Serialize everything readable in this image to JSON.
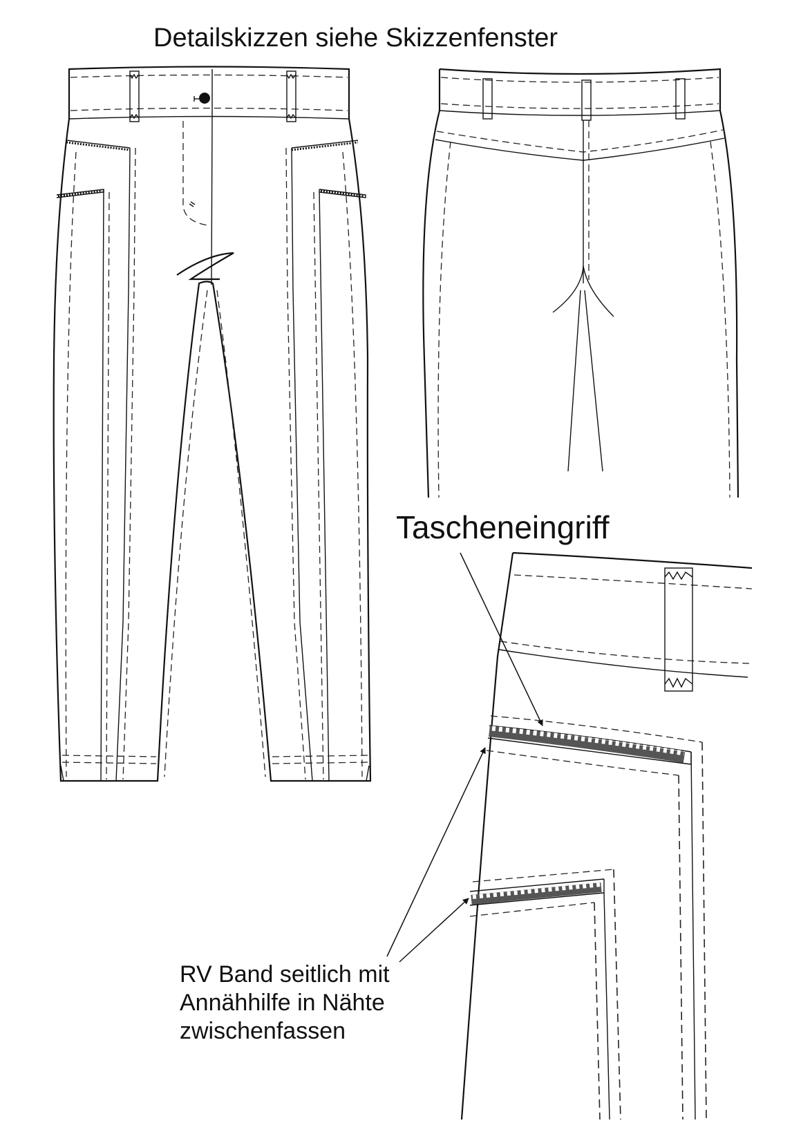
{
  "labels": {
    "title": "Detailskizzen siehe Skizzenfenster",
    "pocket_opening": "Tascheneingriff",
    "zip_note": [
      "RV Band seitlich mit",
      "Annähhilfe in Nähte",
      "zwischenfassen"
    ]
  },
  "colors": {
    "line": "#111111",
    "zip_tape": "#555555",
    "background": "#ffffff"
  }
}
